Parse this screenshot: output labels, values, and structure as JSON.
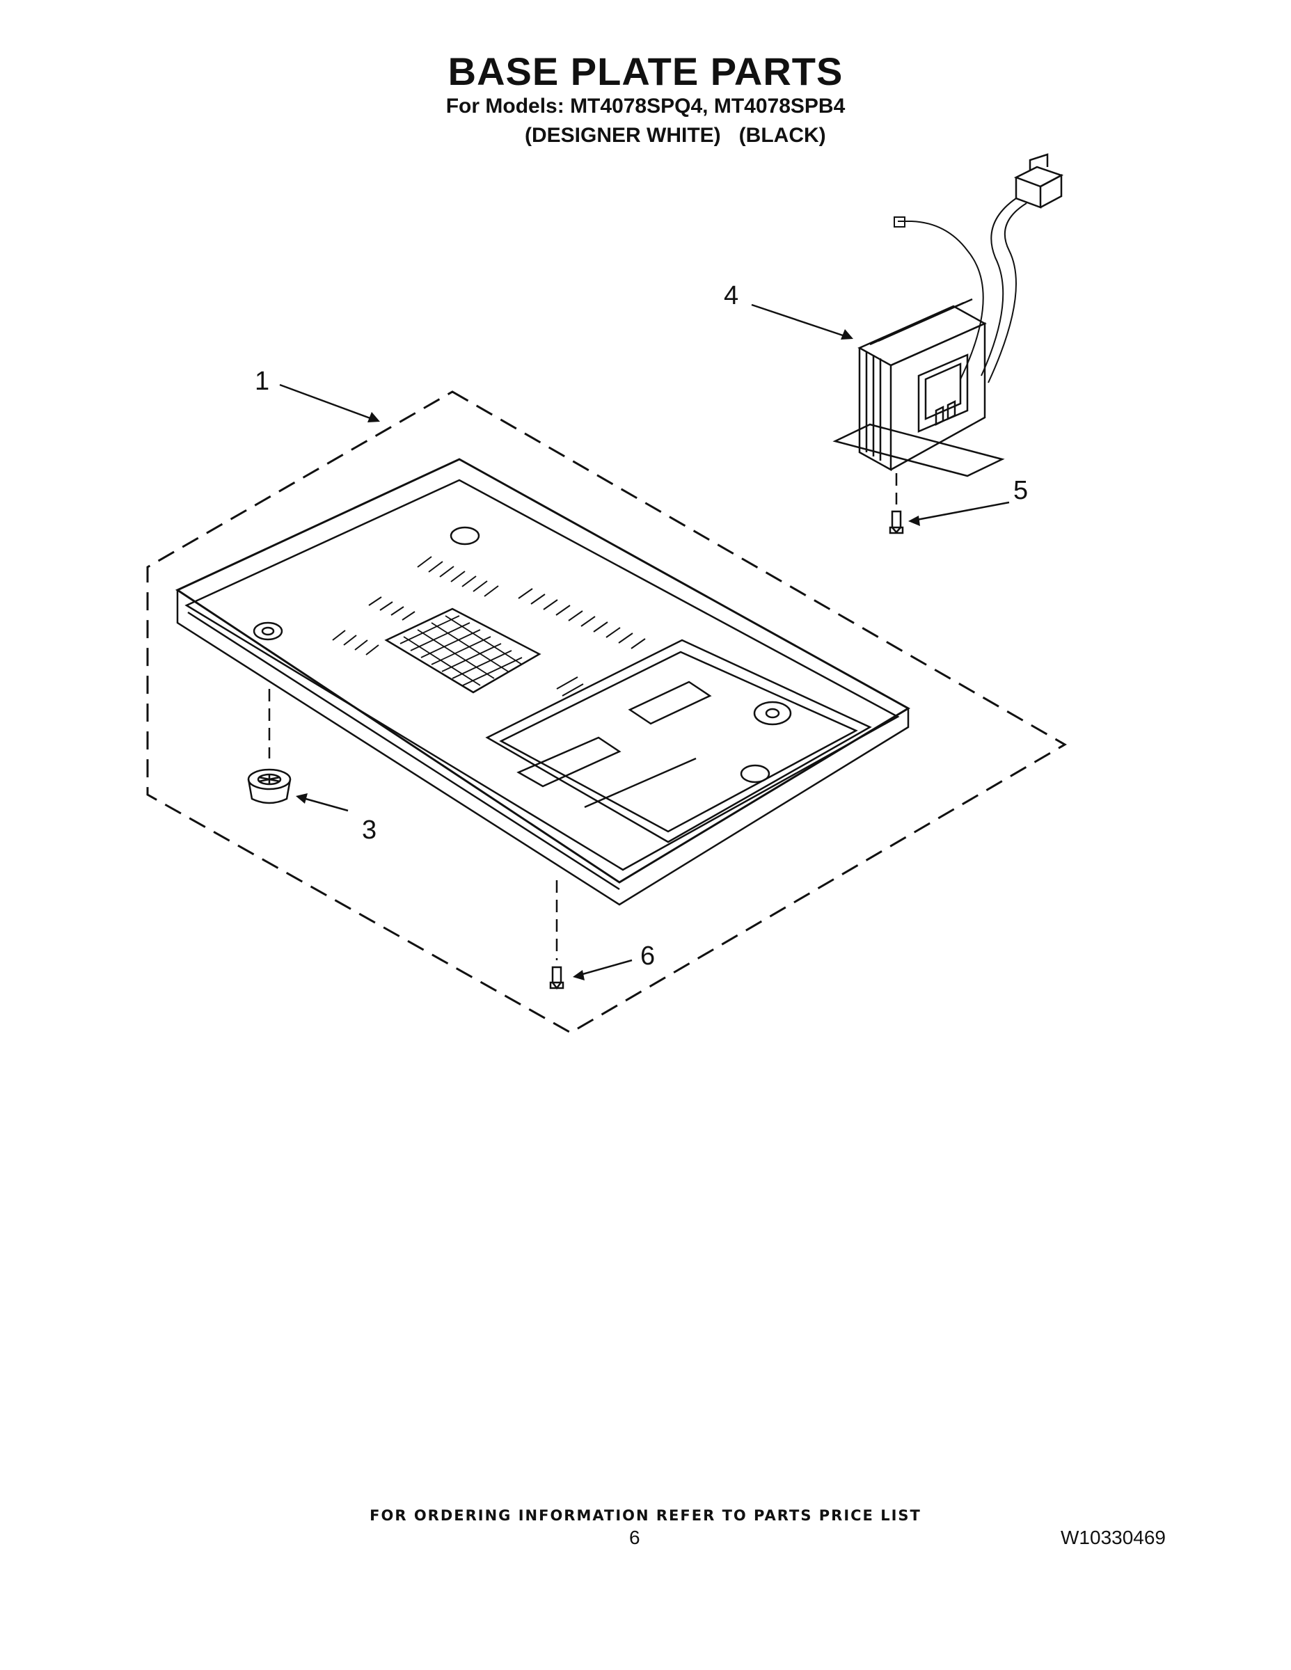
{
  "header": {
    "title": "BASE PLATE PARTS",
    "models_line": "For Models: MT4078SPQ4, MT4078SPB4",
    "color_labels": [
      "(DESIGNER WHITE)",
      "(BLACK)"
    ]
  },
  "diagram": {
    "callouts": [
      "1",
      "3",
      "4",
      "5",
      "6"
    ]
  },
  "footer": {
    "ordering_note": "FOR ORDERING INFORMATION REFER TO PARTS PRICE LIST",
    "page_number": "6",
    "document_number": "W10330469"
  }
}
